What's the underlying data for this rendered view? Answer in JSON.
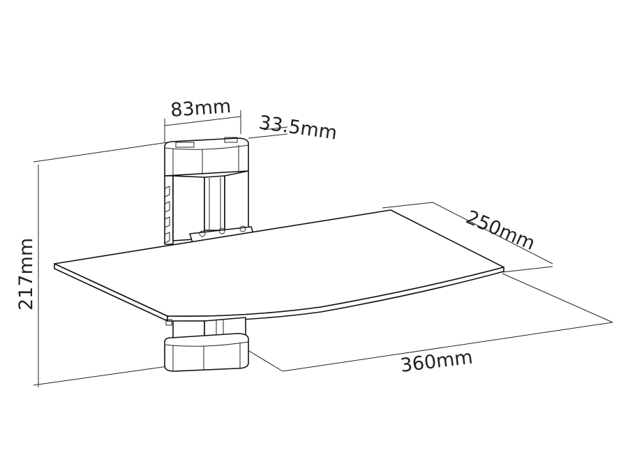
{
  "dimensions": {
    "column_width": "83mm",
    "column_depth": "33.5mm",
    "total_height": "217mm",
    "shelf_depth": "250mm",
    "shelf_width": "360mm"
  }
}
